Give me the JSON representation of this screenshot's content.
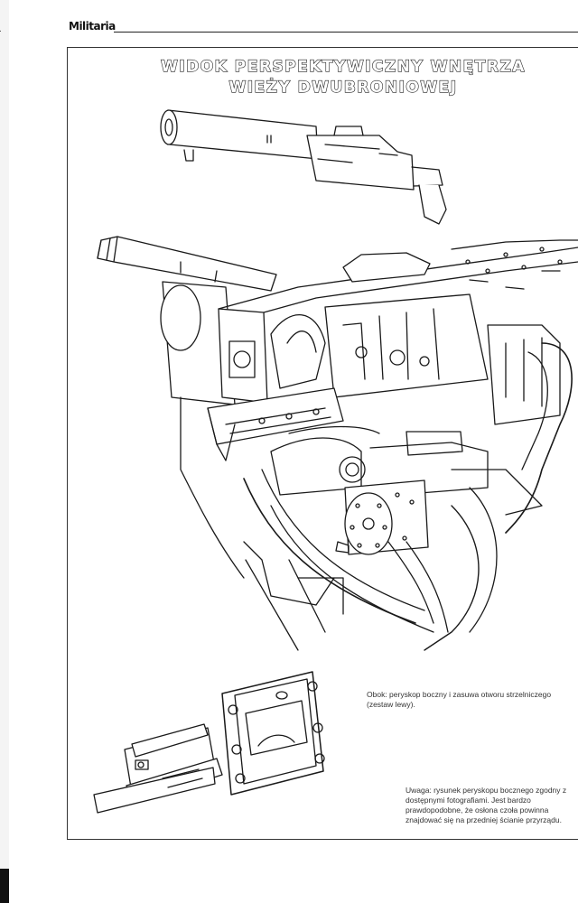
{
  "page": {
    "left_edge_fragment": "a",
    "brand": "Militaria"
  },
  "title": {
    "line1": "WIDOK PERSPEKTYWICZNY WNĘTRZA",
    "line2": "WIEŻY DWUBRONIOWEJ"
  },
  "captions": {
    "periscope": "Obok: peryskop boczny i zasuwa otworu strzelniczego (zestaw lewy).",
    "note": "Uwaga: rysunek peryskopu bocznego zgodny z dostępnymi fotografiami. Jest bardzo prawdopodobne, że osłona czoła powinna znajdować się na przedniej ścianie przyrządu."
  }
}
